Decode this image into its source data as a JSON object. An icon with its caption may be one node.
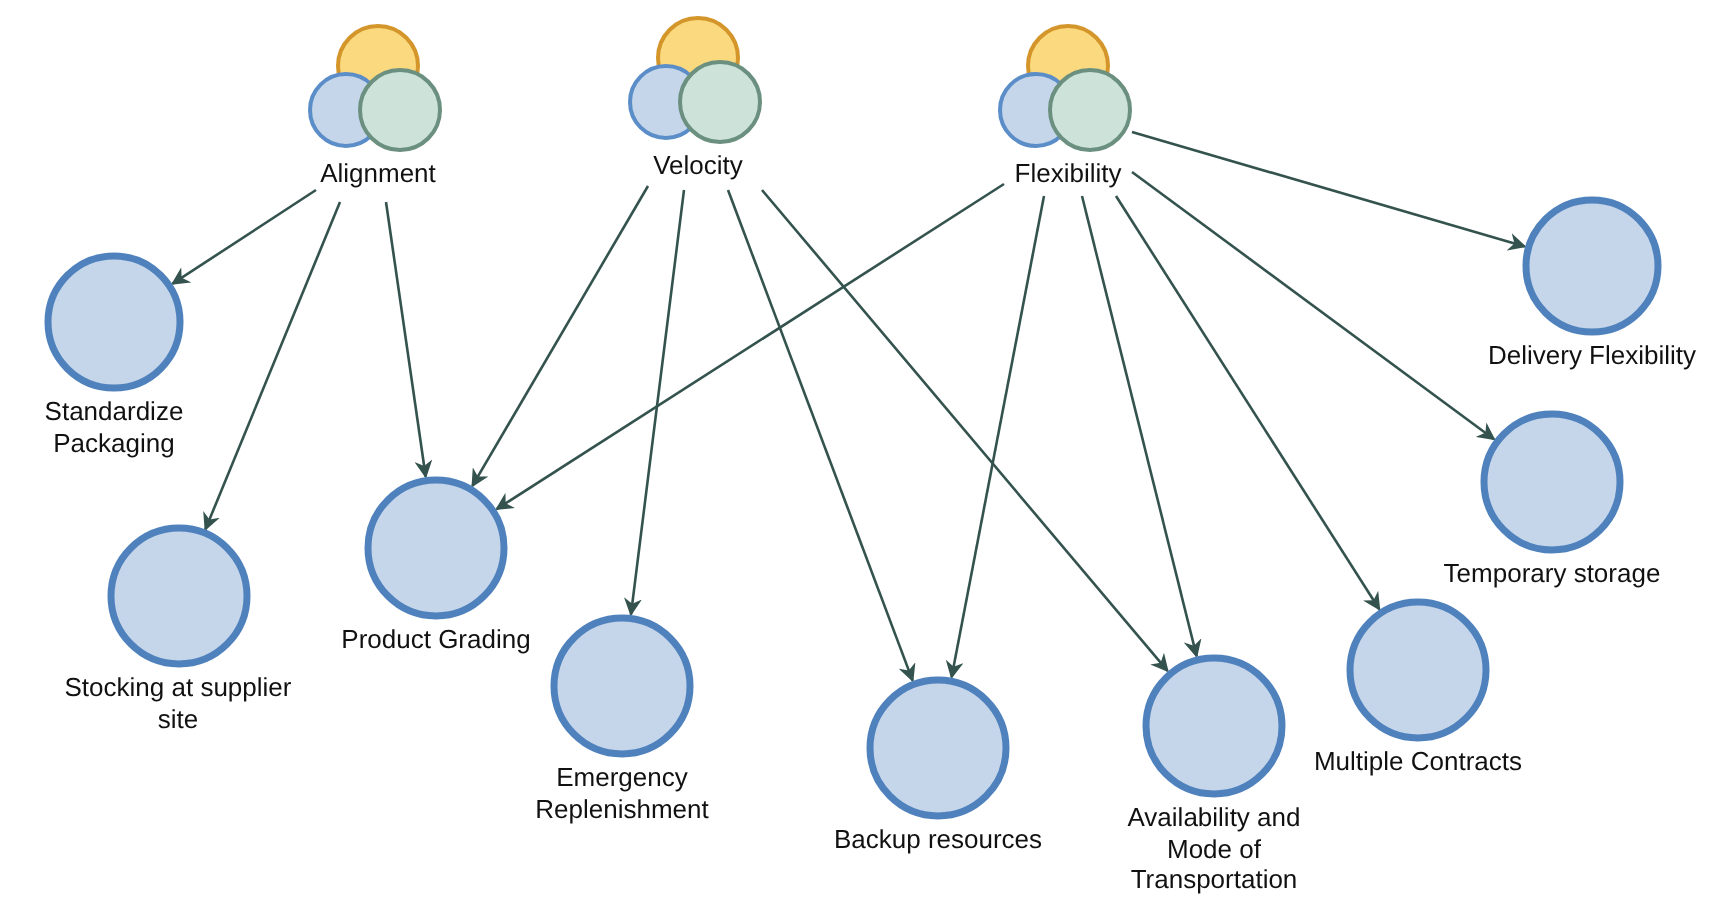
{
  "diagram": {
    "nodes": [
      {
        "text": [
          "Alignment"
        ]
      },
      {
        "text": [
          "Velocity"
        ]
      },
      {
        "text": [
          "Flexibility"
        ]
      },
      {
        "text": [
          "Standardize Packaging"
        ]
      },
      {
        "text": [
          "Stocking at supplier site"
        ]
      },
      {
        "text": [
          "Product Grading"
        ]
      },
      {
        "text": [
          "Emergency Replenishment"
        ]
      },
      {
        "text": [
          "Backup resources"
        ]
      },
      {
        "text": [
          "Availability and Mode of Transportation"
        ]
      },
      {
        "text": [
          "Multiple Contracts"
        ]
      },
      {
        "text": [
          "Temporary storage"
        ]
      },
      {
        "text": [
          "Delivery Flexibility"
        ]
      }
    ],
    "edges": [
      {
        "from": 0,
        "to": 3,
        "arrow": "to"
      },
      {
        "from": 0,
        "to": 4,
        "arrow": "to"
      },
      {
        "from": 0,
        "to": 5,
        "arrow": "to"
      },
      {
        "from": 1,
        "to": 5,
        "arrow": "to"
      },
      {
        "from": 1,
        "to": 6,
        "arrow": "to"
      },
      {
        "from": 1,
        "to": 7,
        "arrow": "to"
      },
      {
        "from": 1,
        "to": 8,
        "arrow": "to"
      },
      {
        "from": 2,
        "to": 5,
        "arrow": "to"
      },
      {
        "from": 2,
        "to": 7,
        "arrow": "to"
      },
      {
        "from": 2,
        "to": 8,
        "arrow": "to"
      },
      {
        "from": 2,
        "to": 9,
        "arrow": "to"
      },
      {
        "from": 2,
        "to": 10,
        "arrow": "to"
      },
      {
        "from": 2,
        "to": 11,
        "arrow": "to"
      }
    ]
  }
}
